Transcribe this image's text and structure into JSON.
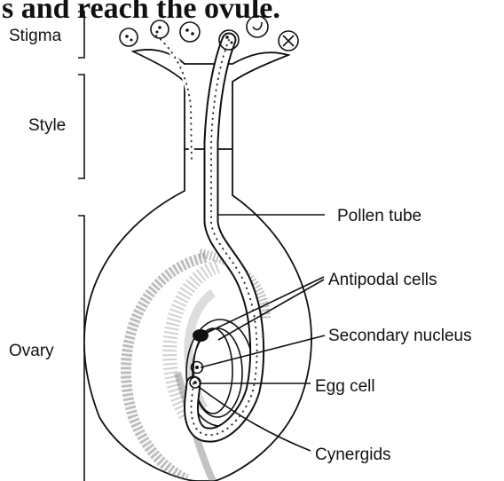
{
  "caption": "s and reach the ovule.",
  "labels": {
    "stigma": "Stigma",
    "style": "Style",
    "ovary": "Ovary",
    "pollen_tube": "Pollen tube",
    "antipodal_cells": "Antipodal cells",
    "secondary_nucleus": "Secondary nucleus",
    "egg_cell": "Egg cell",
    "cynergids": "Cynergids"
  },
  "colors": {
    "ink": "#111111",
    "shade": "#777777",
    "background": "#ffffff"
  }
}
